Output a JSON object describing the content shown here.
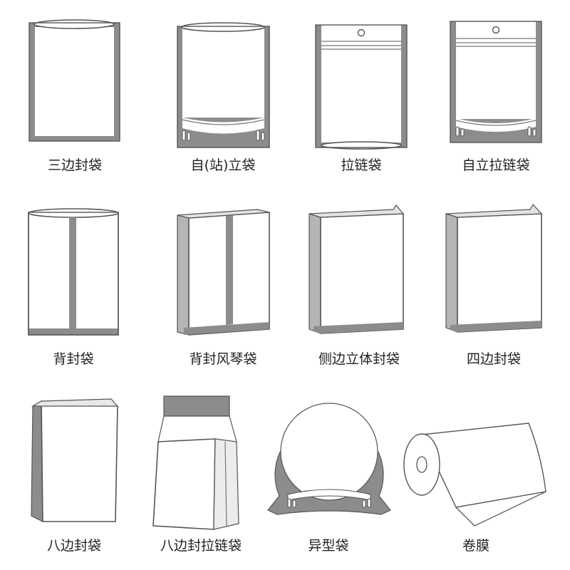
{
  "colors": {
    "seal_gray": "#8c8c8c",
    "outline": "#555555",
    "label_text": "#222222",
    "background": "#ffffff"
  },
  "items": [
    {
      "label": "三边封袋"
    },
    {
      "label": "自(站)立袋"
    },
    {
      "label": "拉链袋"
    },
    {
      "label": "自立拉链袋"
    },
    {
      "label": "背封袋"
    },
    {
      "label": "背封风琴袋"
    },
    {
      "label": "侧边立体封袋"
    },
    {
      "label": "四边封袋"
    },
    {
      "label": "八边封袋"
    },
    {
      "label": "八边封拉链袋"
    },
    {
      "label": "异型袋"
    },
    {
      "label": "卷膜"
    }
  ]
}
